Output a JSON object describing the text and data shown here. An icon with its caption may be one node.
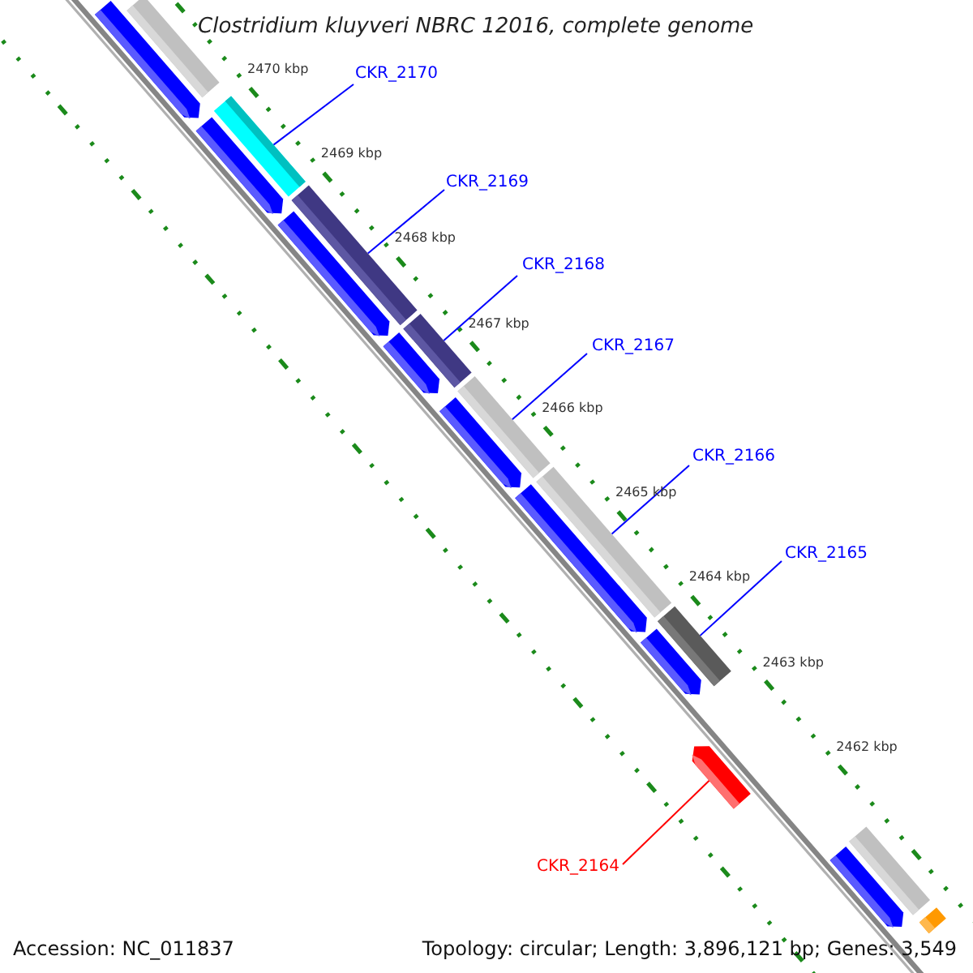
{
  "diagram": {
    "title": "Clostridium kluyveri NBRC 12016, complete genome",
    "nodes": [
      {
        "text": [
          "CKR_2170"
        ]
      },
      {
        "text": [],
        "shape": "bar"
      },
      {
        "text": [
          "CKR_2169"
        ]
      },
      {
        "text": [],
        "shape": "bar"
      },
      {
        "text": [
          "CKR_2168"
        ]
      },
      {
        "text": [],
        "shape": "bar"
      },
      {
        "text": [
          "CKR_2167"
        ]
      },
      {
        "text": [],
        "shape": "bar"
      },
      {
        "text": [
          "CKR_2166"
        ]
      },
      {
        "text": [],
        "shape": "bar"
      },
      {
        "text": [
          "CKR_2165"
        ]
      },
      {
        "text": [],
        "shape": "bar"
      },
      {
        "text": [
          "CKR_2164"
        ]
      },
      {
        "text": [],
        "shape": "arrow"
      },
      {
        "text": [],
        "shape": "bar"
      },
      {
        "text": [],
        "shape": "arrow"
      },
      {
        "text": [],
        "shape": "arrow"
      },
      {
        "text": [],
        "shape": "arrow"
      },
      {
        "text": [],
        "shape": "arrow"
      },
      {
        "text": [],
        "shape": "arrow"
      },
      {
        "text": [],
        "shape": "arrow"
      },
      {
        "text": [],
        "shape": "arrow"
      },
      {
        "text": [],
        "shape": "arrow"
      },
      {
        "text": [],
        "shape": "bar"
      },
      {
        "text": [],
        "shape": "bar"
      }
    ],
    "edges": [
      {
        "from": 0,
        "to": 1,
        "arrow": "none"
      },
      {
        "from": 2,
        "to": 3,
        "arrow": "none"
      },
      {
        "from": 4,
        "to": 5,
        "arrow": "none"
      },
      {
        "from": 6,
        "to": 7,
        "arrow": "none"
      },
      {
        "from": 8,
        "to": 9,
        "arrow": "none"
      },
      {
        "from": 10,
        "to": 11,
        "arrow": "none"
      },
      {
        "from": 12,
        "to": 13,
        "arrow": "none",
        "color": "#ff0000"
      }
    ],
    "labels": [
      "2470 kbp",
      "2469 kbp",
      "2468 kbp",
      "2467 kbp",
      "2466 kbp",
      "2465 kbp",
      "2464 kbp",
      "2463 kbp",
      "2462 kbp",
      "Accession: NC_011837",
      "Topology: circular; Length: 3,896,121 bp; Genes: 3,549"
    ]
  }
}
